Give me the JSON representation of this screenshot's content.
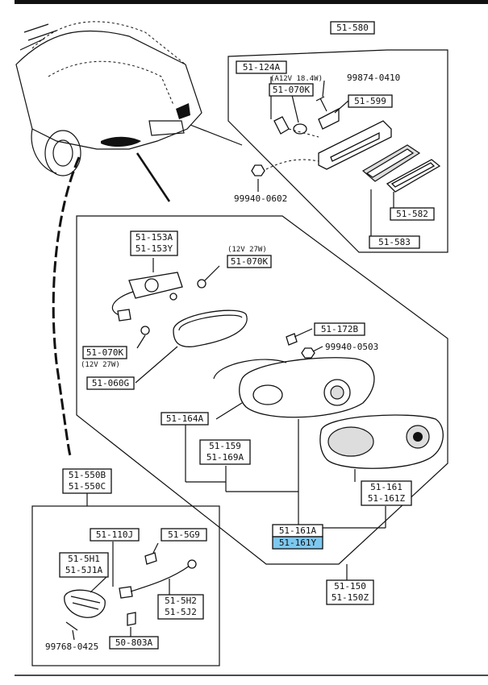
{
  "diagram": {
    "part_labels": {
      "rear_lamp_assy": "51-580",
      "bulb_12v": "51-124A",
      "bulb_note_top": "(A12V 18.4W)",
      "bulb_070k_top": "51-070K",
      "screw_99874": "99874-0410",
      "part_599": "51-599",
      "nut_0602": "99940-0602",
      "lens_582": "51-582",
      "lens_583": "51-583",
      "socket_153a": "51-153A",
      "socket_153y": "51-153Y",
      "bulb_note_right": "(12V 27W)",
      "bulb_070k_right": "51-070K",
      "bulb_070k_left": "51-070K",
      "bulb_note_left": "(12V 27W)",
      "part_060g": "51-060G",
      "gasket_164a": "51-164A",
      "clip_172b": "51-172B",
      "nut_0503": "99940-0503",
      "housing_159": "51-159",
      "housing_169a": "51-169A",
      "lens_161": "51-161",
      "lens_161z": "51-161Z",
      "body_161a": "51-161A",
      "body_161y": "51-161Y",
      "combo_150": "51-150",
      "combo_150z": "51-150Z",
      "side_550b": "51-550B",
      "side_550c": "51-550C",
      "part_110j": "51-110J",
      "part_5g9": "51-5G9",
      "part_5h1": "51-5H1",
      "part_5j1a": "51-5J1A",
      "part_5h2": "51-5H2",
      "part_5j2": "51-5J2",
      "screw_99768": "99768-0425",
      "part_803a": "50-803A"
    },
    "highlight_color": "#7ec8ef",
    "highlighted_part": "51-161Y"
  }
}
